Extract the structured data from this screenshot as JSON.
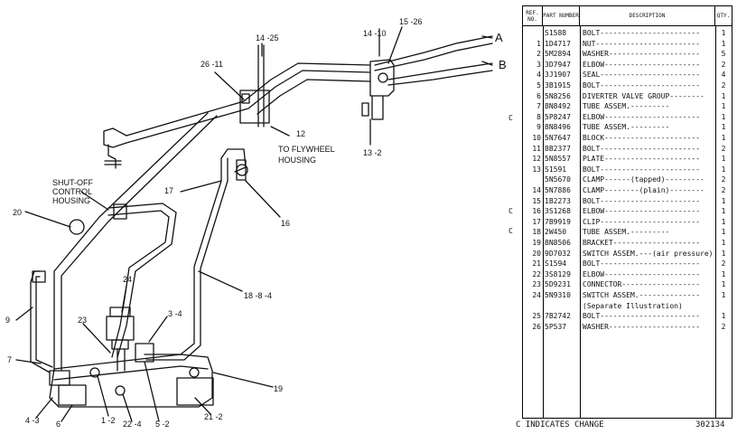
{
  "diagram": {
    "callouts": {
      "c15_26": "15 -26",
      "c14_10": "14 -10",
      "c14_25": "14 -25",
      "c26_11": "26 -11",
      "c12": "12",
      "flywheel_1": "TO FLYWHEEL",
      "flywheel_2": "HOUSING",
      "c13_2": "13 -2",
      "shutoff_1": "SHUT-OFF",
      "shutoff_2": "CONTROL",
      "shutoff_3": "HOUSING",
      "c17": "17",
      "c16": "16",
      "c20": "20",
      "c24": "24",
      "c18": "18 -8 -4",
      "c3_4": "3 -4",
      "c9": "9",
      "c23": "23",
      "c7": "7",
      "c19": "19",
      "c4_3": "4 -3",
      "c6": "6",
      "c1_2": "1 -2",
      "c22_4": "22 -4",
      "c5_2": "5 -2",
      "c21_2": "21 -2",
      "lblA": "A",
      "lblB": "B"
    }
  },
  "parts_list": {
    "headers": {
      "ref": "REF. NO.",
      "part": "PART NUMBER",
      "desc": "DESCRIPTION",
      "qty": "QTY."
    },
    "rows": [
      {
        "ref": "",
        "pn": "S1588",
        "desc": "BOLT-----------------------",
        "qty": "1"
      },
      {
        "ref": "1",
        "pn": "1D4717",
        "desc": "NUT------------------------",
        "qty": "1"
      },
      {
        "ref": "2",
        "pn": "5M2894",
        "desc": "WASHER---------------------",
        "qty": "5"
      },
      {
        "ref": "3",
        "pn": "3D7947",
        "desc": "ELBOW----------------------",
        "qty": "2"
      },
      {
        "ref": "4",
        "pn": "3J1907",
        "desc": "SEAL-----------------------",
        "qty": "4"
      },
      {
        "ref": "5",
        "pn": "3B1915",
        "desc": "BOLT-----------------------",
        "qty": "2"
      },
      {
        "ref": "6",
        "pn": "5N8256",
        "desc": "DIVERTER VALVE GROUP--------",
        "qty": "1"
      },
      {
        "ref": "7",
        "pn": "8N8492",
        "desc": "TUBE ASSEM.---------",
        "qty": "1"
      },
      {
        "ref": "8",
        "pn": "5P8247",
        "desc": "ELBOW----------------------",
        "qty": "1"
      },
      {
        "ref": "9",
        "pn": "8N8496",
        "desc": "TUBE ASSEM.---------",
        "qty": "1"
      },
      {
        "ref": "10",
        "pn": "5N7647",
        "desc": "BLOCK----------------------",
        "qty": "1"
      },
      {
        "ref": "11",
        "pn": "8B2377",
        "desc": "BOLT-----------------------",
        "qty": "2"
      },
      {
        "ref": "12",
        "pn": "5N8557",
        "desc": "PLATE----------------------",
        "qty": "1"
      },
      {
        "ref": "13",
        "pn": "S1591",
        "desc": "BOLT-----------------------",
        "qty": "1"
      },
      {
        "ref": "",
        "pn": "5N5670",
        "desc": "CLAMP------(tapped)---------",
        "qty": "2"
      },
      {
        "ref": "14",
        "pn": "5N7886",
        "desc": "CLAMP--------(plain)--------",
        "qty": "2"
      },
      {
        "ref": "15",
        "pn": "1B2273",
        "desc": "BOLT-----------------------",
        "qty": "1"
      },
      {
        "ref": "16",
        "pn": "3S1268",
        "desc": "ELBOW----------------------",
        "qty": "1"
      },
      {
        "ref": "17",
        "pn": "7B9919",
        "desc": "CLIP-----------------------",
        "qty": "1"
      },
      {
        "ref": "18",
        "pn": "2W450",
        "desc": "TUBE ASSEM.---------",
        "qty": "1"
      },
      {
        "ref": "19",
        "pn": "8N8506",
        "desc": "BRACKET--------------------",
        "qty": "1"
      },
      {
        "ref": "20",
        "pn": "9D7032",
        "desc": "SWITCH ASSEM.---(air pressure)--",
        "qty": "1"
      },
      {
        "ref": "21",
        "pn": "S1594",
        "desc": "BOLT-----------------------",
        "qty": "2"
      },
      {
        "ref": "22",
        "pn": "3S8129",
        "desc": "ELBOW----------------------",
        "qty": "1"
      },
      {
        "ref": "23",
        "pn": "5D9231",
        "desc": "CONNECTOR------------------",
        "qty": "1"
      },
      {
        "ref": "24",
        "pn": "5N9310",
        "desc": "SWITCH ASSEM.--------------",
        "qty": "1"
      },
      {
        "ref": "",
        "pn": "",
        "desc": "(Separate Illustration)",
        "qty": ""
      },
      {
        "ref": "25",
        "pn": "7B2742",
        "desc": "BOLT-----------------------",
        "qty": "1"
      },
      {
        "ref": "26",
        "pn": "5P537",
        "desc": "WASHER---------------------",
        "qty": "2"
      }
    ],
    "c_marks": {
      "r8": "C",
      "r16": "C",
      "r18": "C"
    },
    "footer_note": "C INDICATES CHANGE",
    "footer_number": "302134"
  }
}
